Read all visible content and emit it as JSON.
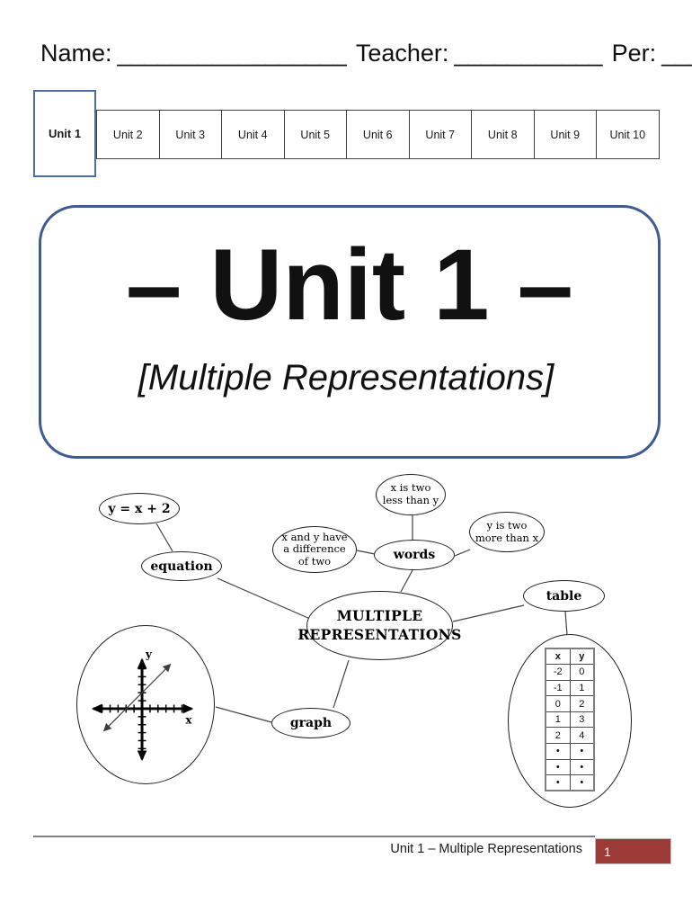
{
  "header": {
    "name_label": "Name:",
    "name_blank": "_________________",
    "teacher_label": "Teacher:",
    "teacher_blank": "___________",
    "per_label": "Per:",
    "per_blank": "___"
  },
  "tabs": {
    "active": "Unit 1",
    "items": [
      "Unit 1",
      "Unit 2",
      "Unit 3",
      "Unit 4",
      "Unit 5",
      "Unit 6",
      "Unit 7",
      "Unit 8",
      "Unit 9",
      "Unit 10"
    ]
  },
  "title_box": {
    "title": "– Unit 1 –",
    "subtitle": "[Multiple Representations]"
  },
  "concept_map": {
    "center": {
      "line1": "MULTIPLE",
      "line2": "REPRESENTATIONS"
    },
    "nodes": {
      "equation_formula": "y = x + 2",
      "equation": "equation",
      "words": "words",
      "table": "table",
      "graph": "graph"
    },
    "bubbles": {
      "difference": "x and y have a difference of two",
      "two_less": "x is two less than y",
      "two_more": "y is two more than x"
    },
    "graph_axes": {
      "x_label": "x",
      "y_label": "y"
    },
    "table_data": {
      "headers": [
        "x",
        "y"
      ],
      "rows": [
        [
          "-2",
          "0"
        ],
        [
          "-1",
          "1"
        ],
        [
          "0",
          "2"
        ],
        [
          "1",
          "3"
        ],
        [
          "2",
          "4"
        ],
        [
          "•",
          "•"
        ],
        [
          "•",
          "•"
        ],
        [
          "•",
          "•"
        ]
      ]
    }
  },
  "footer": {
    "text": "Unit 1 – Multiple Representations",
    "page_number": "1"
  },
  "colors": {
    "tab_active_border": "#4a6ea5",
    "title_box_border": "#3d5c93",
    "footer_badge_bg": "#9c3a38",
    "footer_badge_text": "#f2f2f2",
    "footer_rule": "#7f7f7f"
  }
}
